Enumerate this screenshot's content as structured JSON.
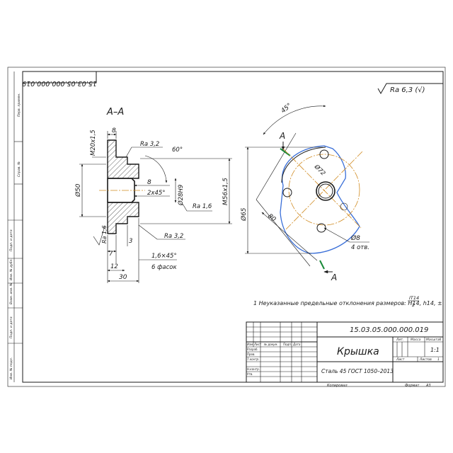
{
  "frame": {
    "side_labels": [
      "Перв. примен.",
      "Справ. №",
      "Подп. и дата",
      "Инв. № дубл.",
      "Взам. инв. №",
      "Подп. и дата",
      "Инв. № подл."
    ]
  },
  "top_code": "15.03.05.000.000.019",
  "roughness_general": "Ra 6,3 (√)",
  "section": {
    "label": "А–А",
    "dims": {
      "d8_top": "8",
      "m20": "M20x1,5",
      "ra32_top": "Ra 3,2",
      "angle60": "60°",
      "d50": "Ø50",
      "d8_mid": "8",
      "chamfer2": "2x45°",
      "d28": "Ø28H9",
      "ra16_right": "Ra 1,6",
      "m56": "M56x1,5",
      "ra16_left": "Ra 1,6",
      "ra32_bottom": "Ra 3,2",
      "d3": "3",
      "d7": "7",
      "d12": "12",
      "chamfer16": "1,6×45°",
      "chamfer_count": "6 фасок",
      "d30": "30"
    }
  },
  "view": {
    "angle45": "45°",
    "cut_label_top": "A",
    "cut_label_bottom": "A",
    "d72": "Ø72",
    "d65": "Ø65",
    "d80": "80",
    "d8_holes": "Ø8",
    "holes_count": "4 отв."
  },
  "note": {
    "prefix": "1 Неуказанные предельные отклонения размеров: H14, h14, ±",
    "frac_top": "IT14",
    "frac_bottom": "2"
  },
  "title_block": {
    "designation": "15.03.05.000.000.019",
    "part_name": "Крышка",
    "material": "Сталь 45 ГОСТ 1050–2013",
    "col_headers": [
      "Изм",
      "Лист",
      "№ докум.",
      "Подп.",
      "Дата"
    ],
    "row_labels": [
      "Разраб.",
      "Пров.",
      "Т.контр.",
      "",
      "Н.контр.",
      "Утв."
    ],
    "lit_header": "Лит.",
    "mass_header": "Масса",
    "scale_header": "Масштаб",
    "scale_value": "1:1",
    "sheet_label": "Лист",
    "sheets_label": "Листов",
    "sheets_value": "1",
    "copied_label": "Копировал",
    "format_label": "Формат",
    "format_value": "A3"
  }
}
